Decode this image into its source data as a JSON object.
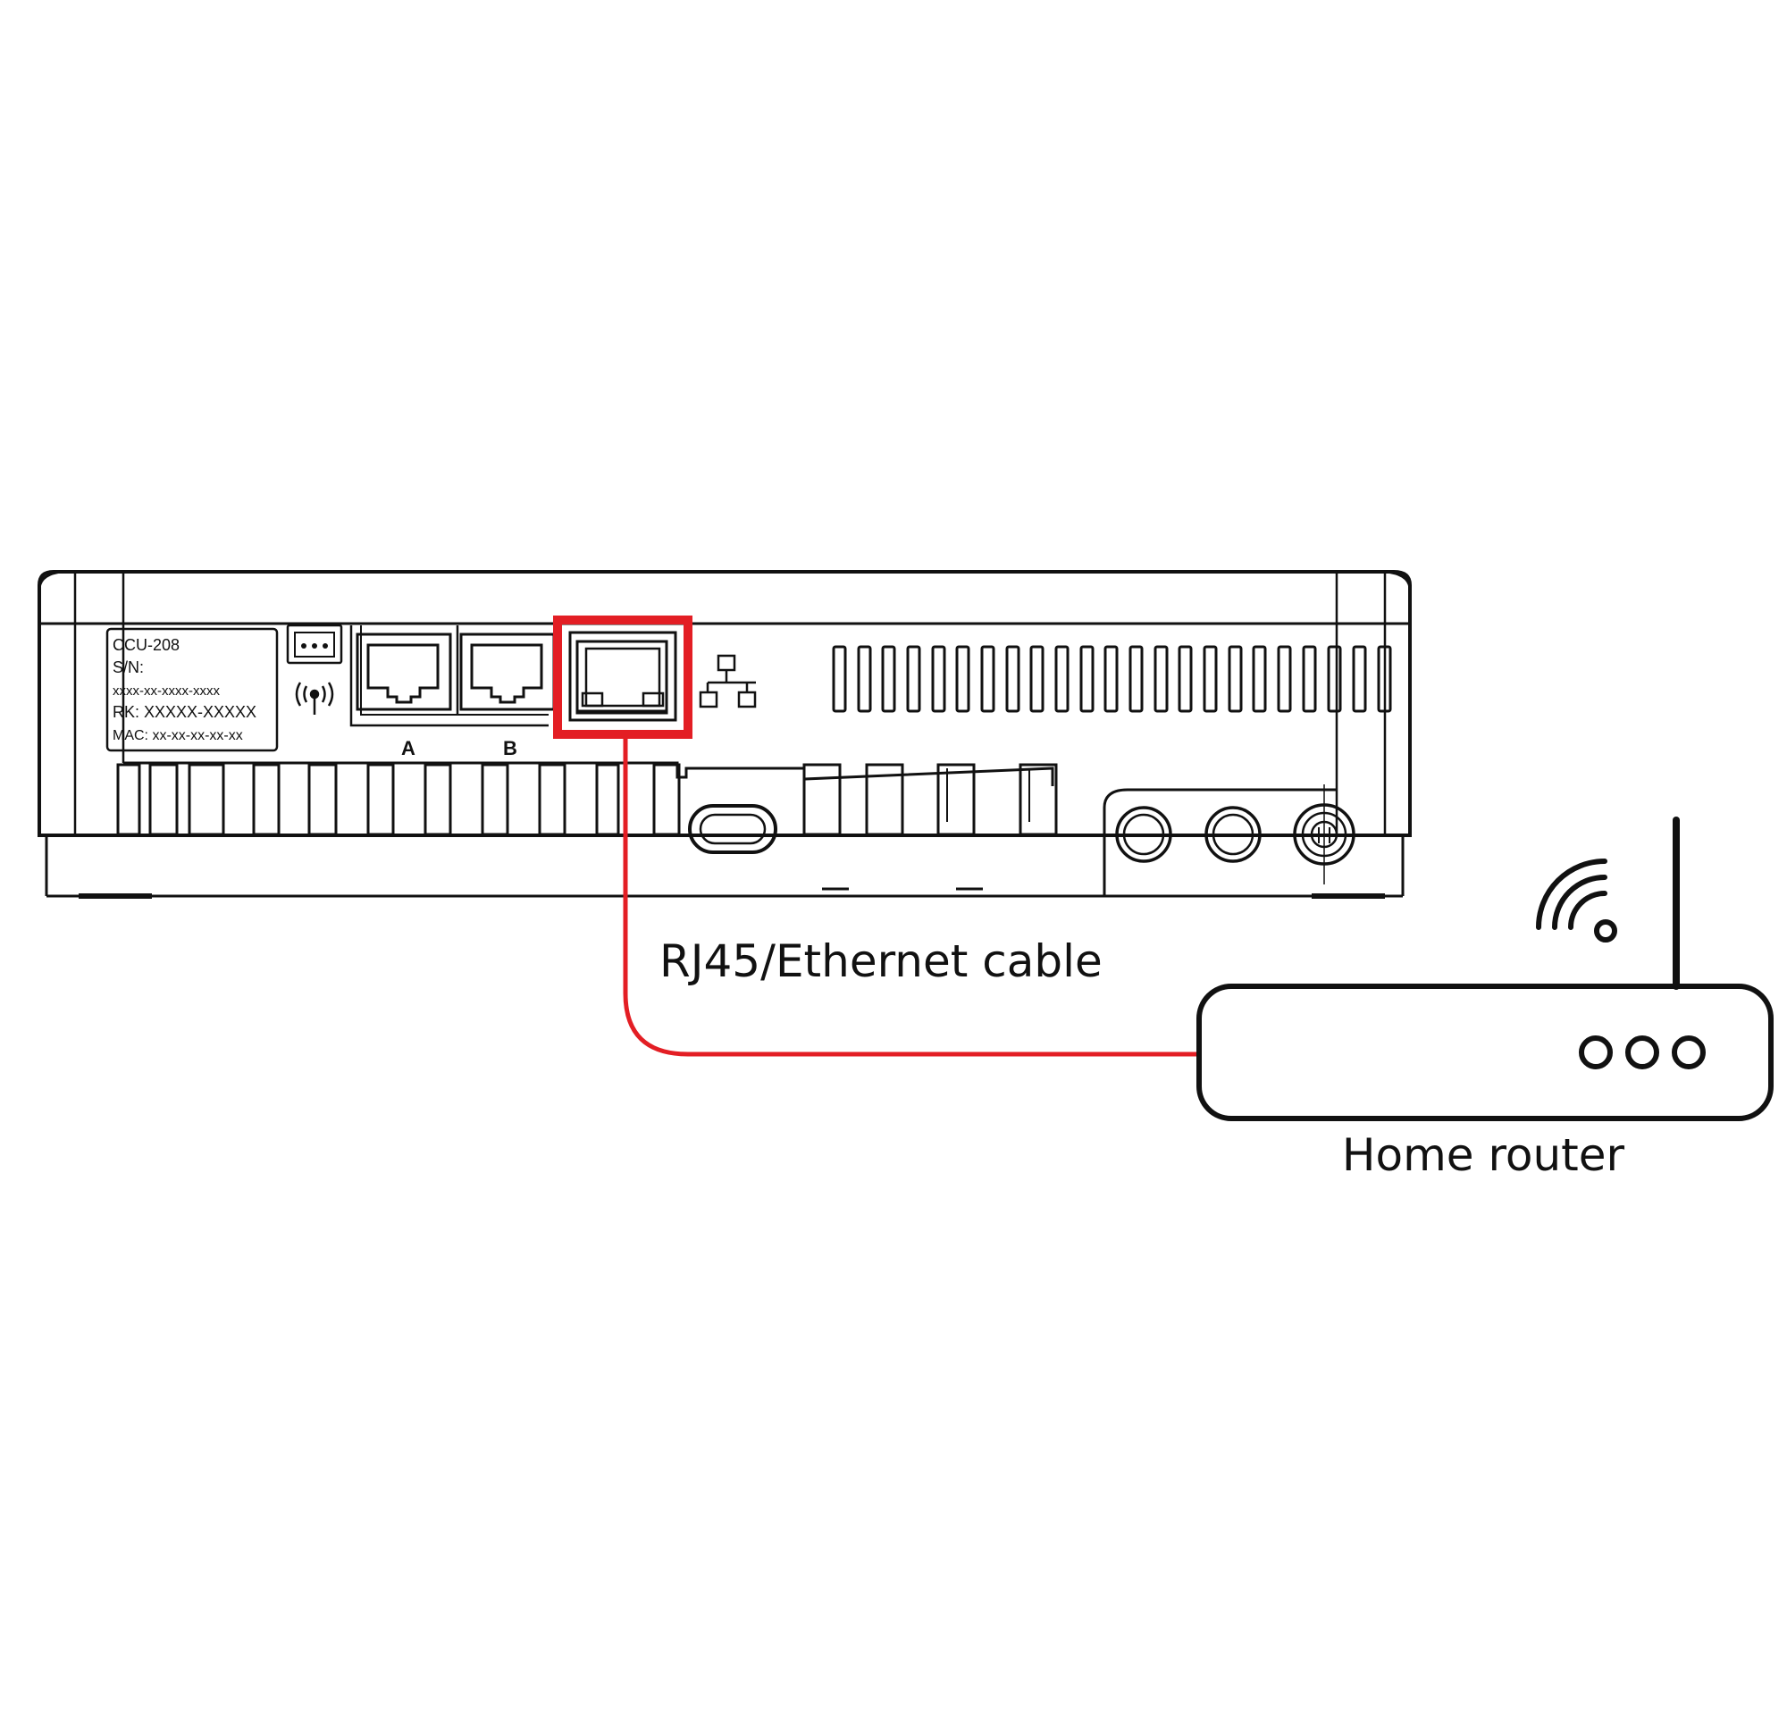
{
  "device": {
    "label": {
      "model": "CCU-208",
      "serial_label": "S/N:",
      "serial_value": "xxxx-xx-xxxx-xxxx",
      "rk": "RK: XXXXX-XXXXX",
      "mac": "MAC: xx-xx-xx-xx-xx"
    },
    "ports": {
      "port_a": "A",
      "port_b": "B"
    },
    "icons": [
      "connector-icon",
      "antenna-signal-icon",
      "network-icon"
    ],
    "highlight_color": "#e31e24"
  },
  "cable": {
    "label": "RJ45/Ethernet cable",
    "color": "#e31e24"
  },
  "router": {
    "label": "Home router",
    "icons": [
      "wifi-icon",
      "antenna-icon"
    ]
  }
}
